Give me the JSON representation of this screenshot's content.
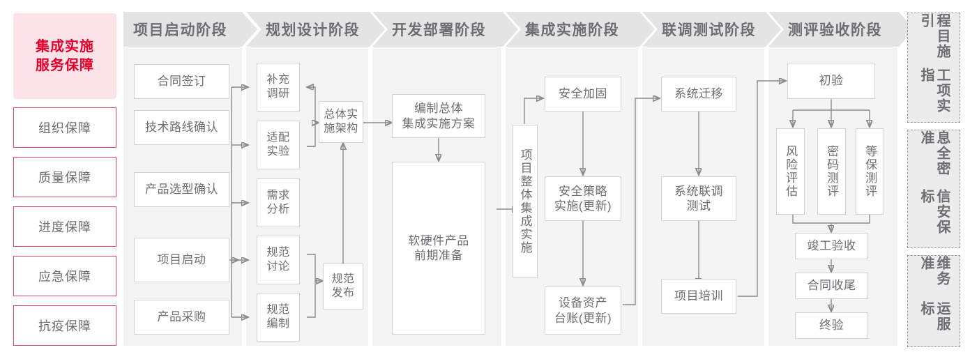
{
  "title_block": {
    "label": "集成实施\n服务保障",
    "line1": "集成实施",
    "line2": "服务保障",
    "bg_color": "#fbe3e8",
    "text_color": "#e3002b"
  },
  "guarantee_items": [
    {
      "label": "组织保障"
    },
    {
      "label": "质量保障"
    },
    {
      "label": "进度保障"
    },
    {
      "label": "应急保障"
    },
    {
      "label": "抗疫保障"
    }
  ],
  "phases": [
    {
      "key": "startup",
      "header": "项目启动阶段",
      "nodes": [
        {
          "label": "合同签订"
        },
        {
          "label": "技术路线确认"
        },
        {
          "label": "产品选型确认"
        },
        {
          "label": "项目启动"
        },
        {
          "label": "产品采购"
        }
      ]
    },
    {
      "key": "planning",
      "header": "规划设计阶段",
      "nodes": [
        {
          "label": "补充\n调研",
          "l1": "补充",
          "l2": "调研"
        },
        {
          "label": "适配\n实验",
          "l1": "适配",
          "l2": "实验"
        },
        {
          "label": "需求\n分析",
          "l1": "需求",
          "l2": "分析"
        },
        {
          "label": "规范\n讨论",
          "l1": "规范",
          "l2": "讨论"
        },
        {
          "label": "规范\n编制",
          "l1": "规范",
          "l2": "编制"
        },
        {
          "label": "总体实\n施架构",
          "l1": "总体实",
          "l2": "施架构"
        },
        {
          "label": "规范\n发布",
          "l1": "规范",
          "l2": "发布"
        }
      ]
    },
    {
      "key": "develop",
      "header": "开发部署阶段",
      "nodes": [
        {
          "label": "编制总体\n集成实施方案",
          "l1": "编制总体",
          "l2": "集成实施方案"
        },
        {
          "label": "软硬件产品\n前期准备",
          "l1": "软硬件产品",
          "l2": "前期准备"
        }
      ]
    },
    {
      "key": "integrate",
      "header": "集成实施阶段",
      "nodes": [
        {
          "label": "项目整体集成实施",
          "vertical": true
        },
        {
          "label": "安全加固"
        },
        {
          "label": "安全策略\n实施(更新)",
          "l1": "安全策略",
          "l2": "实施(更新)"
        },
        {
          "label": "设备资产\n台账(更新)",
          "l1": "设备资产",
          "l2": "台账(更新)"
        }
      ]
    },
    {
      "key": "jointtest",
      "header": "联调测试阶段",
      "nodes": [
        {
          "label": "系统迁移"
        },
        {
          "label": "系统联调\n测试",
          "l1": "系统联调",
          "l2": "测试"
        },
        {
          "label": "项目培训"
        }
      ]
    },
    {
      "key": "acceptance",
      "header": "测评验收阶段",
      "nodes": [
        {
          "label": "初验"
        },
        {
          "label": "风险评估",
          "vertical": true
        },
        {
          "label": "密码测评",
          "vertical": true
        },
        {
          "label": "等保测评",
          "vertical": true
        },
        {
          "label": "竣工验收"
        },
        {
          "label": "合同收尾"
        },
        {
          "label": "终验"
        }
      ]
    }
  ],
  "standards": [
    {
      "label": "工程项目实施指引",
      "right": "程目施引",
      "left": "工项实指"
    },
    {
      "label": "信息安全保密标准",
      "right": "息全密准",
      "left": "信安保标"
    },
    {
      "label": "运维服务标准",
      "right": "维务准",
      "left": "运服标"
    }
  ],
  "colors": {
    "accent_red": "#e3002b",
    "guarantee_border": "#e1455f",
    "phase_header_bg": "#e4e4e4",
    "phase_body_bg": "#f4f4f4",
    "node_border": "#d3d3d3",
    "text_gray": "#6d6d72",
    "wire": "#8a8a8a"
  }
}
